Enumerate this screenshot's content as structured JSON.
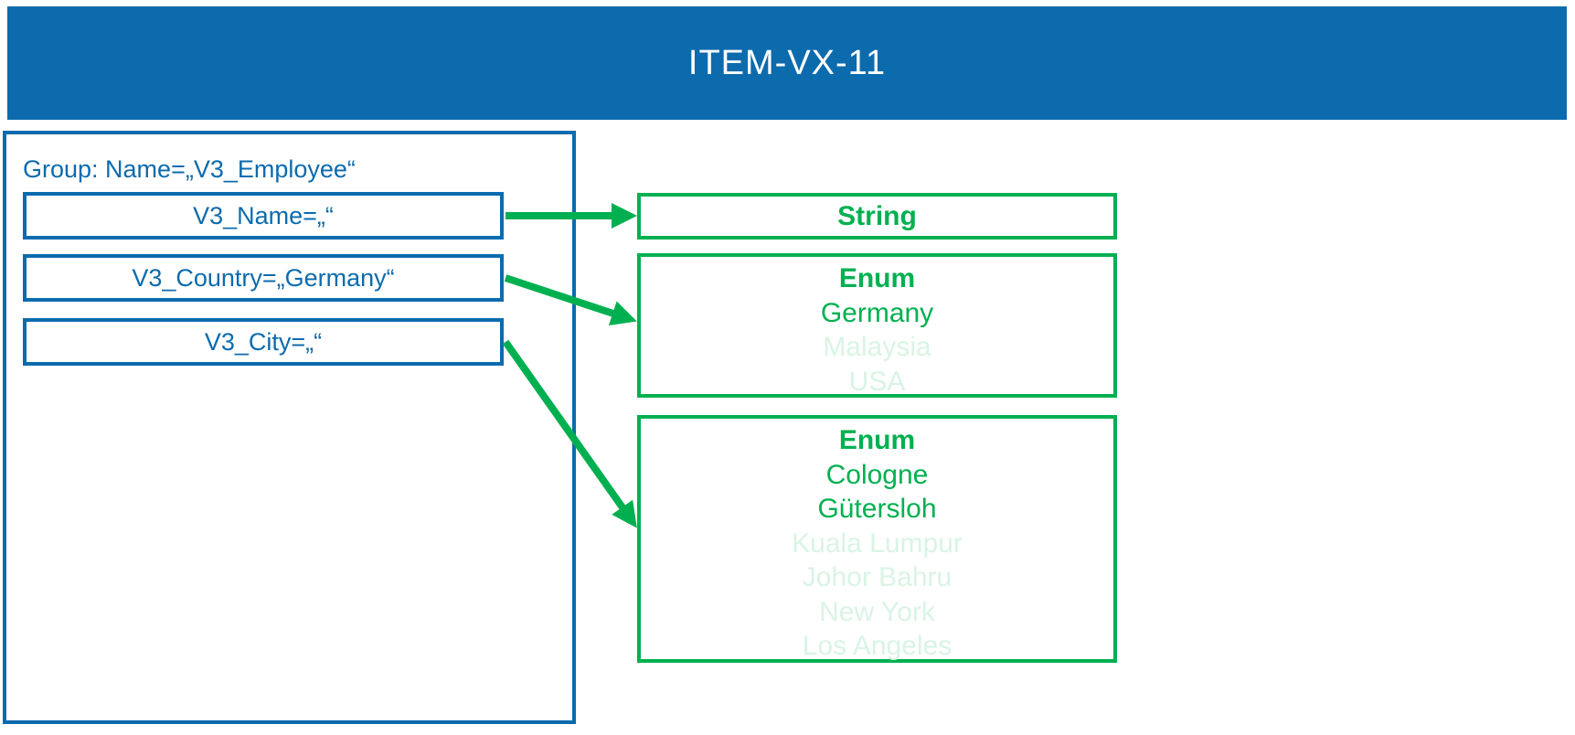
{
  "header": {
    "title": "ITEM-VX-11"
  },
  "group": {
    "label": "Group: Name=„V3_Employee“",
    "fields": [
      {
        "label": "V3_Name=„“"
      },
      {
        "label": "V3_Country=„Germany“"
      },
      {
        "label": "V3_City=„“"
      }
    ]
  },
  "types": [
    {
      "title": "String",
      "items": []
    },
    {
      "title": "Enum",
      "items": [
        {
          "label": "Germany",
          "enabled": true
        },
        {
          "label": "Malaysia",
          "enabled": false
        },
        {
          "label": "USA",
          "enabled": false
        }
      ]
    },
    {
      "title": "Enum",
      "items": [
        {
          "label": "Cologne",
          "enabled": true
        },
        {
          "label": "Gütersloh",
          "enabled": true
        },
        {
          "label": "Kuala Lumpur",
          "enabled": false
        },
        {
          "label": "Johor Bahru",
          "enabled": false
        },
        {
          "label": "New York",
          "enabled": false
        },
        {
          "label": "Los Angeles",
          "enabled": false
        }
      ]
    }
  ],
  "connections": [
    {
      "from": "V3_Name",
      "to": "String"
    },
    {
      "from": "V3_Country",
      "to": "Enum (countries)"
    },
    {
      "from": "V3_City",
      "to": "Enum (cities)"
    }
  ],
  "colors": {
    "blue": "#0c6bad",
    "green": "#00b050",
    "green_faded": "#d9f4e5"
  }
}
